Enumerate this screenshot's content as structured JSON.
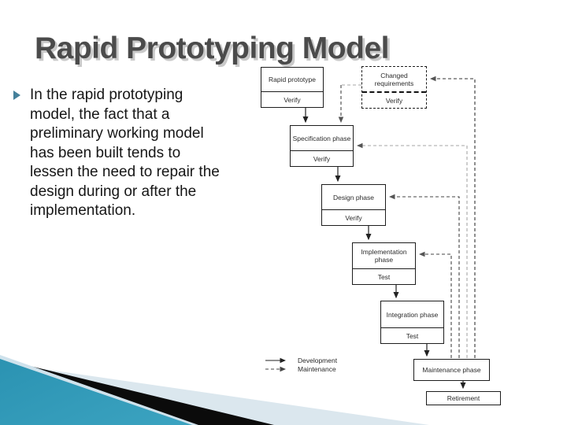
{
  "slide": {
    "title": "Rapid Prototyping Model",
    "bullet": {
      "lines": [
        "In the rapid prototyping",
        "model, the fact that a",
        "preliminary working model",
        "has been built tends to",
        "lessen the need to repair the",
        "design during or after the",
        "implementation."
      ]
    }
  },
  "diagram": {
    "boxes": [
      {
        "id": "rapid-prototype",
        "title": "Rapid prototype",
        "sub": "Verify",
        "style": "solid"
      },
      {
        "id": "changed-requirements",
        "title": "Changed requirements",
        "sub": "Verify",
        "style": "dashed"
      },
      {
        "id": "specification-phase",
        "title": "Specification phase",
        "sub": "Verify",
        "style": "solid"
      },
      {
        "id": "design-phase",
        "title": "Design phase",
        "sub": "Verify",
        "style": "solid"
      },
      {
        "id": "implementation-phase",
        "title": "Implementation phase",
        "sub": "Test",
        "style": "solid"
      },
      {
        "id": "integration-phase",
        "title": "Integration phase",
        "sub": "Test",
        "style": "solid"
      },
      {
        "id": "maintenance-phase",
        "title": "Maintenance phase",
        "style": "solid"
      },
      {
        "id": "retirement",
        "title": "Retirement",
        "style": "solid"
      }
    ],
    "legend": {
      "development": "Development",
      "maintenance": "Maintenance"
    }
  },
  "colors": {
    "title_gray": "#4b4b4b",
    "title_shadow": "#c9c9c9",
    "bullet_teal": "#44809a",
    "deco_teal_dark": "#156e88",
    "deco_teal_light": "#4fb6d1",
    "deco_black": "#0b0b0b",
    "deco_pale": "#dbe7ee",
    "line_dark": "#333333",
    "line_gray": "#a5a5a5"
  }
}
